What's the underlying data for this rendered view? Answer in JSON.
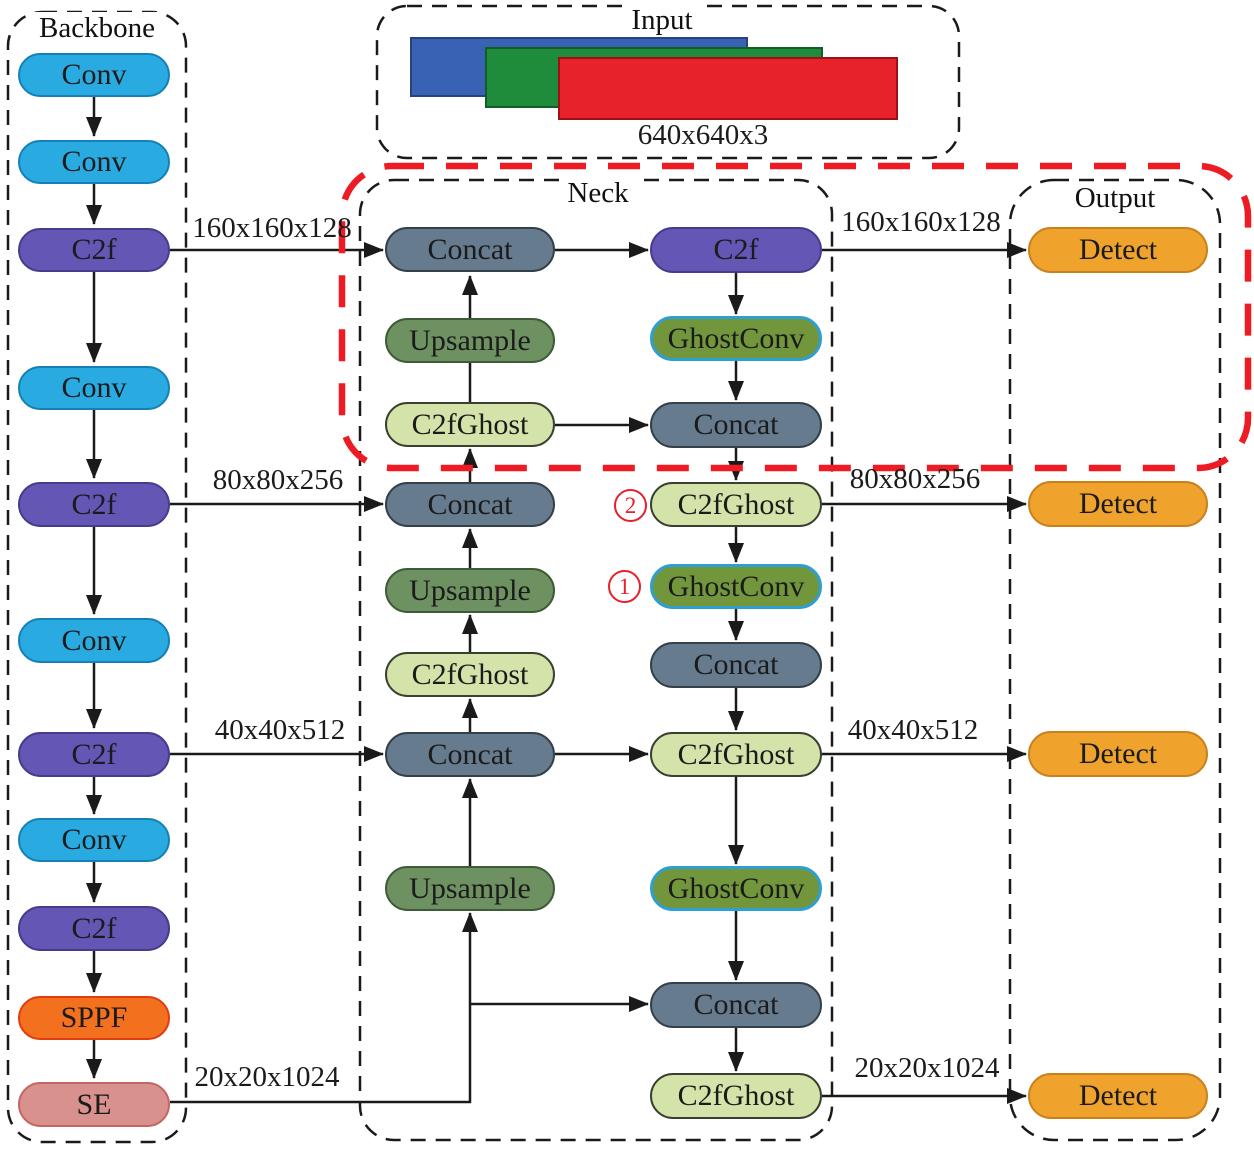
{
  "groups": {
    "backbone": {
      "title": "Backbone"
    },
    "input": {
      "title": "Input",
      "size_label": "640x640x3"
    },
    "neck": {
      "title": "Neck"
    },
    "output": {
      "title": "Output"
    }
  },
  "backbone_nodes": [
    {
      "label": "Conv"
    },
    {
      "label": "Conv"
    },
    {
      "label": "C2f"
    },
    {
      "label": "Conv"
    },
    {
      "label": "C2f"
    },
    {
      "label": "Conv"
    },
    {
      "label": "C2f"
    },
    {
      "label": "Conv"
    },
    {
      "label": "C2f"
    },
    {
      "label": "SPPF"
    },
    {
      "label": "SE"
    }
  ],
  "neck_left_nodes": [
    {
      "label": "Concat"
    },
    {
      "label": "Upsample"
    },
    {
      "label": "C2fGhost"
    },
    {
      "label": "Concat"
    },
    {
      "label": "Upsample"
    },
    {
      "label": "C2fGhost"
    },
    {
      "label": "Concat"
    },
    {
      "label": "Upsample"
    }
  ],
  "neck_right_nodes": [
    {
      "label": "C2f"
    },
    {
      "label": "GhostConv"
    },
    {
      "label": "Concat"
    },
    {
      "label": "C2fGhost"
    },
    {
      "label": "GhostConv"
    },
    {
      "label": "Concat"
    },
    {
      "label": "C2fGhost"
    },
    {
      "label": "GhostConv"
    },
    {
      "label": "Concat"
    },
    {
      "label": "C2fGhost"
    }
  ],
  "output_nodes": [
    {
      "label": "Detect"
    },
    {
      "label": "Detect"
    },
    {
      "label": "Detect"
    },
    {
      "label": "Detect"
    }
  ],
  "edge_labels_left": [
    "160x160x128",
    "80x80x256",
    "40x40x512",
    "20x20x1024"
  ],
  "edge_labels_right": [
    "160x160x128",
    "80x80x256",
    "40x40x512",
    "20x20x1024"
  ],
  "annotations": {
    "circled_1": "1",
    "circled_2": "2"
  },
  "colors": {
    "conv_fill": "#29ABE2",
    "conv_border": "#1580B8",
    "c2f_fill": "#6456B4",
    "c2f_border": "#453C8C",
    "sppf_fill": "#F3701E",
    "sppf_border": "#E03C10",
    "se_fill": "#D9918E",
    "se_border": "#C26764",
    "concat_fill": "#667B8E",
    "concat_border": "#333F49",
    "upsample_fill": "#6E9161",
    "upsample_border": "#3E5A36",
    "c2fghost_fill": "#D4E3A9",
    "c2fghost_border": "#39402F",
    "ghostconv_fill": "#71963C",
    "ghostconv_border": "#2E9FD0",
    "detect_fill": "#F0A32C",
    "detect_border": "#C8811C",
    "annot_red": "#E8202A",
    "box_red": "#ED1C24",
    "input_blue": "#3A62B4",
    "input_green": "#1F8C3C",
    "input_red": "#E8222A",
    "wire_black": "#1A1A1A"
  }
}
